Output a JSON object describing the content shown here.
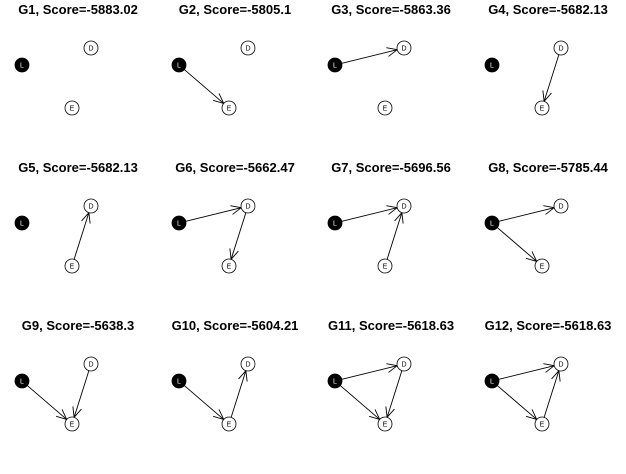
{
  "nodes": [
    {
      "id": "L",
      "label": "L",
      "fill": "#000000",
      "text_color": "#ffffff"
    },
    {
      "id": "D",
      "label": "D",
      "fill": "#ffffff",
      "text_color": "#000000"
    },
    {
      "id": "E",
      "label": "E",
      "fill": "#ffffff",
      "text_color": "#000000"
    }
  ],
  "graphs": [
    {
      "name": "G1",
      "title": "G1, Score=-5883.02",
      "edges": []
    },
    {
      "name": "G2",
      "title": "G2, Score=-5805.1",
      "edges": [
        [
          "L",
          "E"
        ]
      ]
    },
    {
      "name": "G3",
      "title": "G3, Score=-5863.36",
      "edges": [
        [
          "L",
          "D"
        ]
      ]
    },
    {
      "name": "G4",
      "title": "G4, Score=-5682.13",
      "edges": [
        [
          "D",
          "E"
        ]
      ]
    },
    {
      "name": "G5",
      "title": "G5, Score=-5682.13",
      "edges": [
        [
          "E",
          "D"
        ]
      ]
    },
    {
      "name": "G6",
      "title": "G6, Score=-5662.47",
      "edges": [
        [
          "L",
          "D"
        ],
        [
          "D",
          "E"
        ]
      ]
    },
    {
      "name": "G7",
      "title": "G7, Score=-5696.56",
      "edges": [
        [
          "L",
          "D"
        ],
        [
          "E",
          "D"
        ]
      ]
    },
    {
      "name": "G8",
      "title": "G8, Score=-5785.44",
      "edges": [
        [
          "L",
          "D"
        ],
        [
          "L",
          "E"
        ]
      ]
    },
    {
      "name": "G9",
      "title": "G9, Score=-5638.3",
      "edges": [
        [
          "L",
          "E"
        ],
        [
          "D",
          "E"
        ]
      ]
    },
    {
      "name": "G10",
      "title": "G10, Score=-5604.21",
      "edges": [
        [
          "L",
          "E"
        ],
        [
          "E",
          "D"
        ]
      ]
    },
    {
      "name": "G11",
      "title": "G11, Score=-5618.63",
      "edges": [
        [
          "L",
          "D"
        ],
        [
          "L",
          "E"
        ],
        [
          "D",
          "E"
        ]
      ]
    },
    {
      "name": "G12",
      "title": "G12, Score=-5618.63",
      "edges": [
        [
          "L",
          "D"
        ],
        [
          "L",
          "E"
        ],
        [
          "E",
          "D"
        ]
      ]
    }
  ]
}
